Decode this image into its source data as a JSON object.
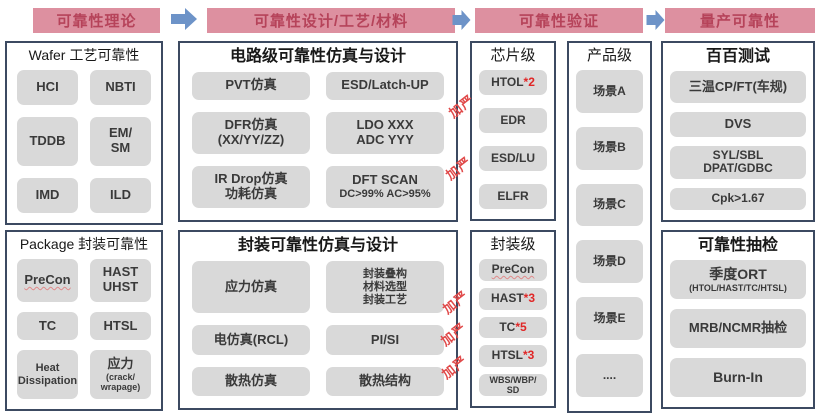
{
  "colors": {
    "header_bg": "#dd90a0",
    "header_text": "#b6435a",
    "arrow_blue": "#6d93c8",
    "panel_border": "#3c4a61",
    "block_bg": "#d9d9d9",
    "block_text": "#3a3a3a",
    "accent_red": "#e02626",
    "stricter_red": "#e04848"
  },
  "headers": [
    {
      "label": "可靠性理论"
    },
    {
      "label": "可靠性设计/工艺/材料"
    },
    {
      "label": "可靠性验证"
    },
    {
      "label": "量产可靠性"
    }
  ],
  "annotations": {
    "stricter": "加严"
  },
  "panels": {
    "wafer": {
      "title": "Wafer 工艺可靠性",
      "items": [
        {
          "label": "HCI"
        },
        {
          "label": "NBTI"
        },
        {
          "label": "TDDB"
        },
        {
          "label": "EM/\nSM"
        },
        {
          "label": "IMD"
        },
        {
          "label": "ILD"
        }
      ]
    },
    "package": {
      "title": "Package 封装可靠性",
      "items": [
        {
          "label": "PreCon"
        },
        {
          "label": "HAST\nUHST"
        },
        {
          "label": "TC"
        },
        {
          "label": "HTSL"
        },
        {
          "label": "Heat Dissipation"
        },
        {
          "label": "应力",
          "sub": "(crack/\nwrapage)"
        }
      ]
    },
    "circuit": {
      "title": "电路级可靠性仿真与设计",
      "items": [
        {
          "label": "PVT仿真"
        },
        {
          "label": "ESD/Latch-UP"
        },
        {
          "label": "DFR仿真\n(XX/YY/ZZ)"
        },
        {
          "label": "LDO XXX\nADC YYY"
        },
        {
          "label": "IR Drop仿真\n功耗仿真"
        },
        {
          "label": "DFT SCAN",
          "sub": "DC>99% AC>95%"
        }
      ]
    },
    "pkg_sim": {
      "title": "封装可靠性仿真与设计",
      "items": [
        {
          "label": "应力仿真"
        },
        {
          "label": "封装叠构\n材料选型\n封装工艺"
        },
        {
          "label": "电仿真(RCL)"
        },
        {
          "label": "PI/SI"
        },
        {
          "label": "散热仿真"
        },
        {
          "label": "散热结构"
        }
      ]
    },
    "chip_level": {
      "title": "芯片级",
      "items": [
        {
          "label": "HTOL",
          "mark": "*2"
        },
        {
          "label": "EDR"
        },
        {
          "label": "ESD/LU"
        },
        {
          "label": "ELFR"
        }
      ]
    },
    "package_level": {
      "title": "封装级",
      "items": [
        {
          "label": "PreCon"
        },
        {
          "label": "HAST",
          "mark": "*3"
        },
        {
          "label": "TC",
          "mark": "*5"
        },
        {
          "label": "HTSL",
          "mark": "*3"
        },
        {
          "label": "WBS/WBP/\nSD"
        }
      ]
    },
    "product_level": {
      "title": "产品级",
      "items": [
        {
          "label": "场景A"
        },
        {
          "label": "场景B"
        },
        {
          "label": "场景C"
        },
        {
          "label": "场景D"
        },
        {
          "label": "场景E"
        },
        {
          "label": "...."
        }
      ]
    },
    "full_test": {
      "title": "百百测试",
      "items": [
        {
          "label": "三温CP/FT(车规)"
        },
        {
          "label": "DVS"
        },
        {
          "label": "SYL/SBL\nDPAT/GDBC"
        },
        {
          "label": "Cpk>1.67"
        }
      ]
    },
    "sampling": {
      "title": "可靠性抽检",
      "items": [
        {
          "label": "季度ORT",
          "sub": "(HTOL/HAST/TC/HTSL)"
        },
        {
          "label": "MRB/NCMR抽检"
        },
        {
          "label": "Burn-In"
        }
      ]
    }
  }
}
